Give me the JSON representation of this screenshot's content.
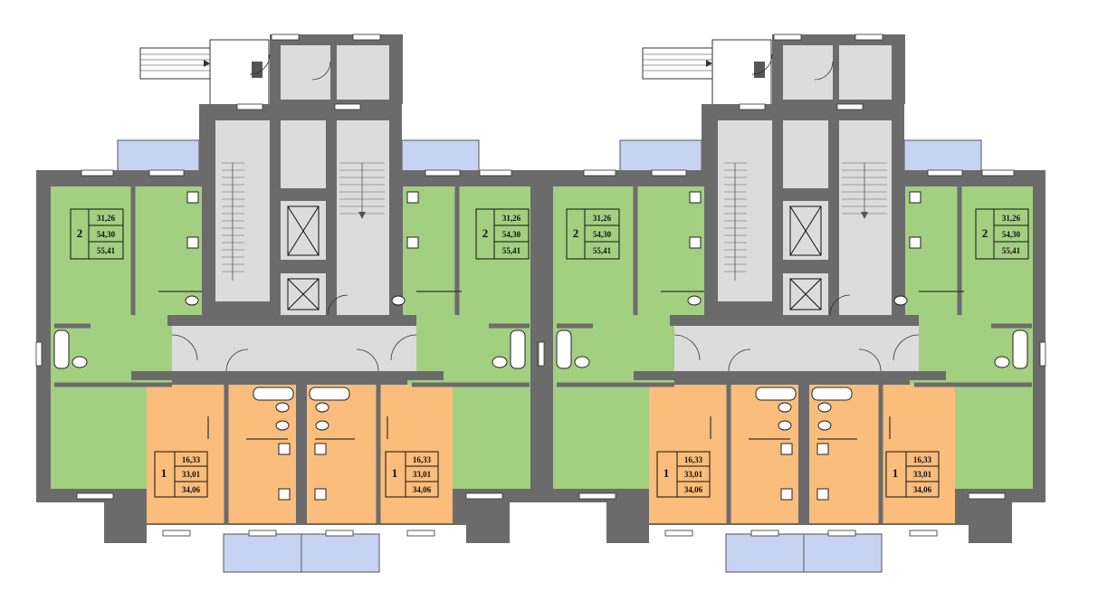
{
  "colors": {
    "wall": "#6b6b6b",
    "green": "#a3cf80",
    "orange": "#fbbd7b",
    "common": "#dcdcdc",
    "balcony": "#c7d3f2",
    "line": "#111111"
  },
  "units": [
    {
      "id": "L-2-left",
      "rooms": "2",
      "areas": [
        "31,26",
        "54,30",
        "55,41"
      ]
    },
    {
      "id": "L-2-right",
      "rooms": "2",
      "areas": [
        "31,26",
        "54,30",
        "55,41"
      ]
    },
    {
      "id": "L-1-left",
      "rooms": "1",
      "areas": [
        "16,33",
        "33,01",
        "34,06"
      ]
    },
    {
      "id": "L-1-right",
      "rooms": "1",
      "areas": [
        "16,33",
        "33,01",
        "34,06"
      ]
    },
    {
      "id": "R-2-left",
      "rooms": "2",
      "areas": [
        "31,26",
        "54,30",
        "55,41"
      ]
    },
    {
      "id": "R-2-right",
      "rooms": "2",
      "areas": [
        "31,26",
        "54,30",
        "55,41"
      ]
    },
    {
      "id": "R-1-left",
      "rooms": "1",
      "areas": [
        "16,33",
        "33,01",
        "34,06"
      ]
    },
    {
      "id": "R-1-right",
      "rooms": "1",
      "areas": [
        "16,33",
        "33,01",
        "34,06"
      ]
    }
  ]
}
